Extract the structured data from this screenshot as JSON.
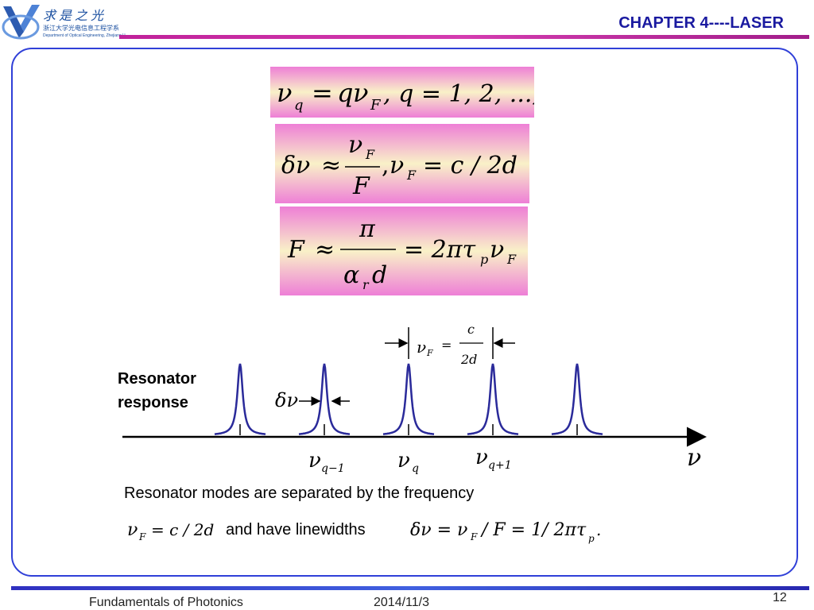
{
  "header": {
    "logo_cn": "求是之光",
    "logo_en_line1": "浙江大学光电信息工程学系",
    "logo_en_line2": "Department of Optical Engineering, Zhejiang University",
    "chapter_title": "CHAPTER 4----LASER"
  },
  "equations": {
    "eq1": {
      "nu": "ν",
      "sub_q": "q",
      "eq": "=",
      "q": "q",
      "sub_F": "F",
      "rest": ", q = 1, 2, ...,"
    },
    "eq2": {
      "delta_nu": "δν",
      "approx": "≈",
      "num": "ν",
      "num_sub": "F",
      "den": "F",
      "comma": ",",
      "nu": "ν",
      "nu_sub": "F",
      "rhs": "= c / 2d"
    },
    "eq3": {
      "lhs": "F",
      "approx": "≈",
      "num": "π",
      "den_alpha": "α",
      "den_sub": "r",
      "den_d": "d",
      "rhs1": "= 2πτ",
      "rhs_sub_p": "p",
      "rhs_nu": "ν",
      "rhs_sub_F": "F"
    }
  },
  "diagram": {
    "label": "Resonator response",
    "spacing_nu": "ν",
    "spacing_sub": "F",
    "spacing_eq": "=",
    "spacing_num": "c",
    "spacing_den": "2d",
    "linewidth_label": "δν",
    "mode_labels": [
      {
        "nu": "ν",
        "sub": "q−1"
      },
      {
        "nu": "ν",
        "sub": "q"
      },
      {
        "nu": "ν",
        "sub": "q+1"
      }
    ],
    "axis_label": "ν"
  },
  "text": {
    "sentence": "Resonator modes are separated by the frequency",
    "inline_nu": "ν",
    "inline_sub": "F",
    "inline_eq": "= c / 2d",
    "and_have": "and have linewidths",
    "lw_delta": "δν = ν",
    "lw_sub_F": "F",
    "lw_mid": "/ F = 1/ 2πτ",
    "lw_sub_p": "p",
    "lw_end": "."
  },
  "footer": {
    "left": "Fundamentals of Photonics",
    "date": "2014/11/3",
    "page": "12"
  },
  "colors": {
    "accent_blue": "#1a1aa0",
    "rule_magenta": "#c0219a",
    "peak_blue": "#2a2a9a",
    "panel_border": "#3040d8"
  },
  "peaks": [
    {
      "nu_index": -2
    },
    {
      "nu_index": -1
    },
    {
      "nu_index": 0
    },
    {
      "nu_index": 1
    },
    {
      "nu_index": 2
    }
  ]
}
